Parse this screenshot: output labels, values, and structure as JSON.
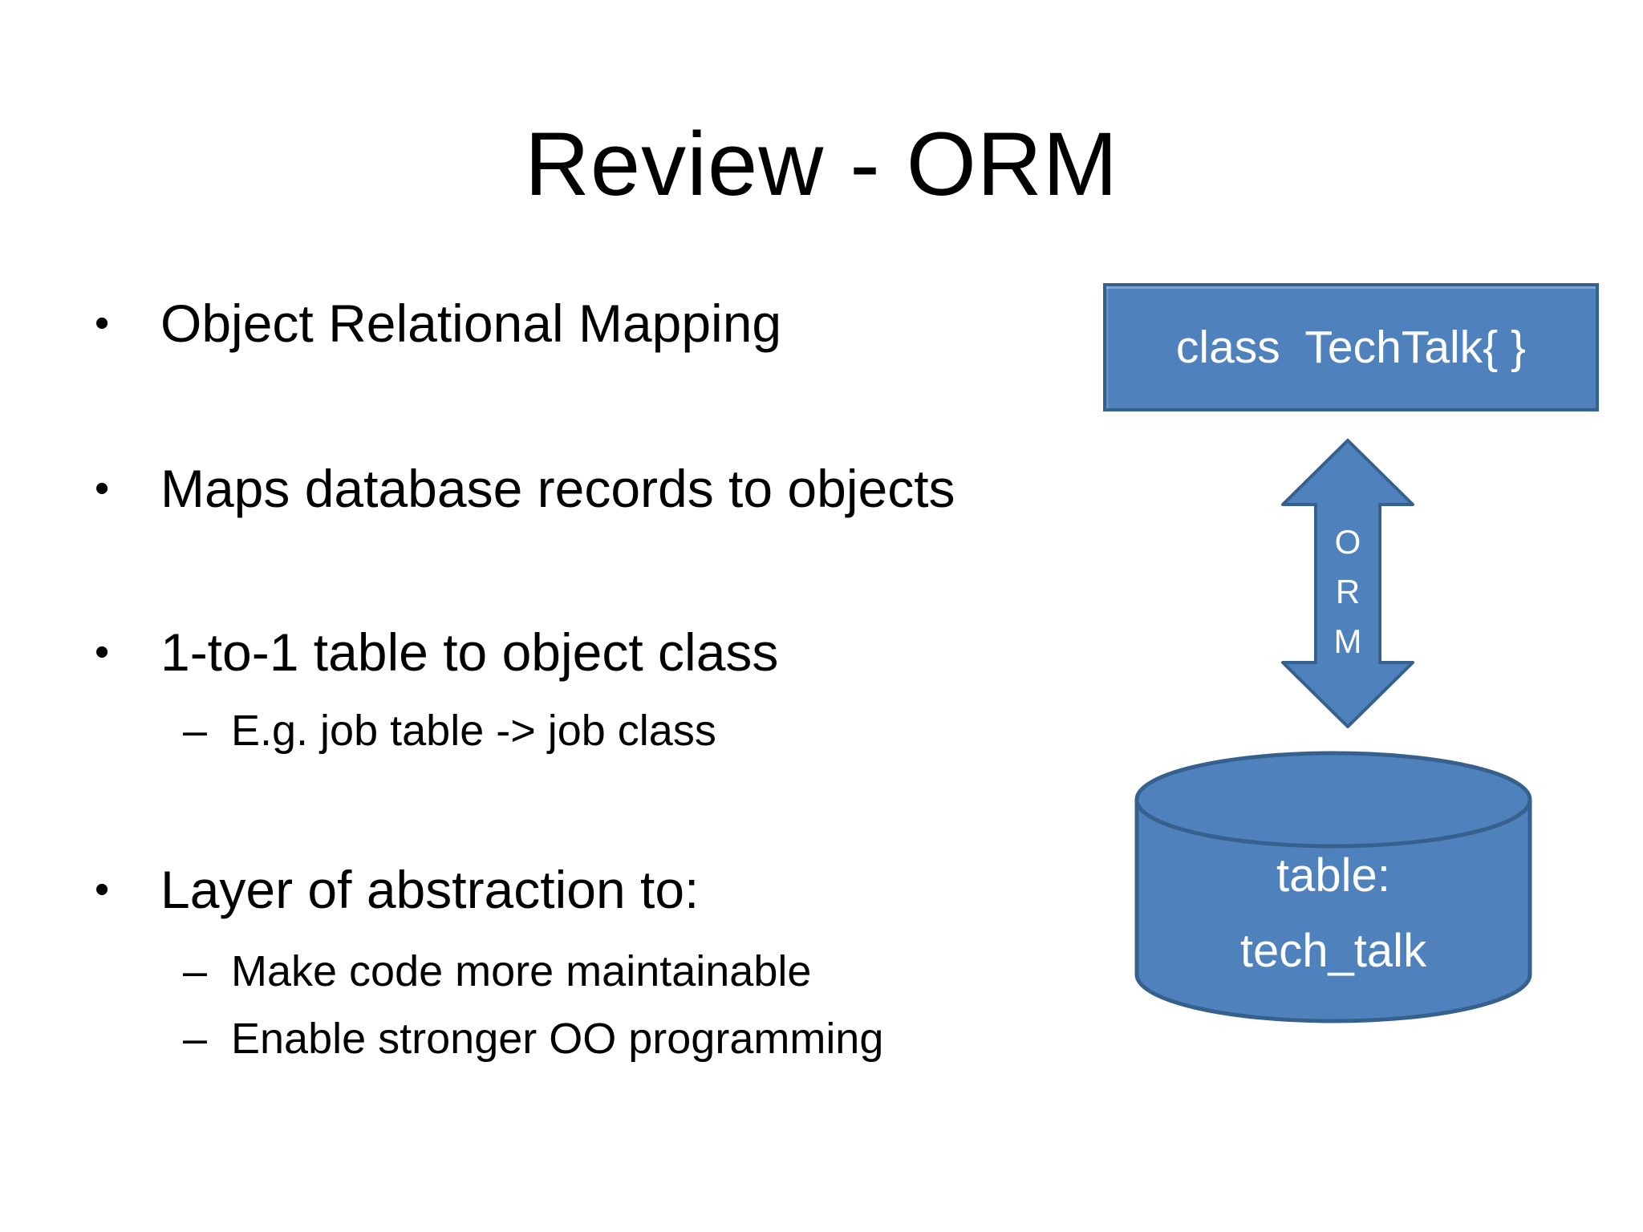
{
  "slide": {
    "title": "Review - ORM",
    "markers": {
      "level1": "•",
      "level2": "–"
    },
    "bullets": [
      {
        "level": 1,
        "text": "Object Relational Mapping"
      },
      {
        "level": 1,
        "text": "Maps database records to objects"
      },
      {
        "level": 1,
        "text": "1-to-1 table to object class"
      },
      {
        "level": 2,
        "text": "E.g. job table -> job class"
      },
      {
        "level": 1,
        "text": "Layer of abstraction to:"
      },
      {
        "level": 2,
        "text": "Make code more maintainable"
      },
      {
        "level": 2,
        "text": "Enable stronger OO programming"
      }
    ]
  },
  "diagram": {
    "class_box": {
      "label": "class  TechTalk{ }"
    },
    "orm_arrow": {
      "letters": [
        "O",
        "R",
        "M"
      ]
    },
    "database": {
      "line1": "table:",
      "line2": "tech_talk"
    },
    "colors": {
      "shape_fill": "#4F81BD",
      "shape_border": "#36618E",
      "shape_text": "#FFFFFF",
      "body_text": "#000000",
      "background": "#FFFFFF"
    }
  }
}
